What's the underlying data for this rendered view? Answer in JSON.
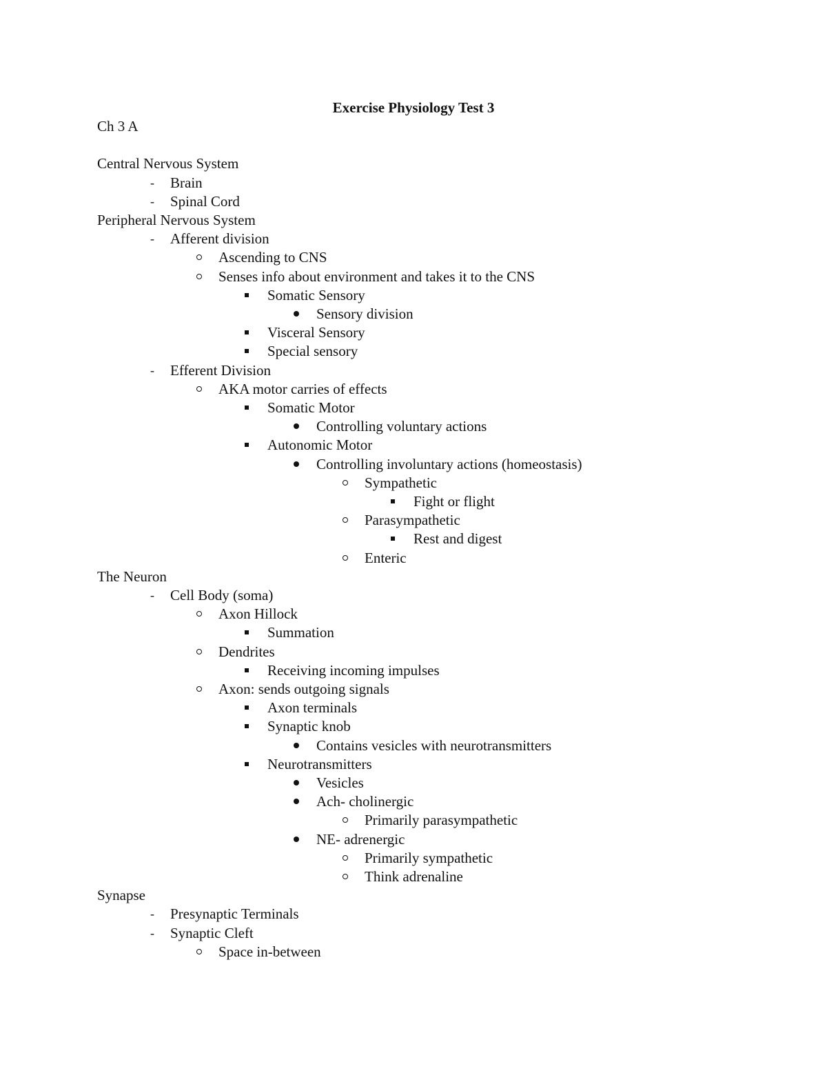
{
  "doc": {
    "title": "Exercise Physiology Test 3",
    "lines": [
      {
        "text": "Ch 3 A",
        "level": 0,
        "bullet": "none"
      },
      {
        "text": "",
        "level": 0,
        "bullet": "none"
      },
      {
        "text": "Central Nervous System",
        "level": 0,
        "bullet": "none"
      },
      {
        "text": "Brain",
        "level": 1,
        "bullet": "dash"
      },
      {
        "text": "Spinal Cord",
        "level": 1,
        "bullet": "dash"
      },
      {
        "text": "Peripheral Nervous System",
        "level": 0,
        "bullet": "none"
      },
      {
        "text": "Afferent division",
        "level": 1,
        "bullet": "dash"
      },
      {
        "text": "Ascending to CNS",
        "level": 2,
        "bullet": "circle"
      },
      {
        "text": "Senses info about environment and takes it to the CNS",
        "level": 2,
        "bullet": "circle"
      },
      {
        "text": "Somatic Sensory",
        "level": 3,
        "bullet": "square"
      },
      {
        "text": "Sensory division",
        "level": 4,
        "bullet": "dot"
      },
      {
        "text": "Visceral Sensory",
        "level": 3,
        "bullet": "square"
      },
      {
        "text": "Special sensory",
        "level": 3,
        "bullet": "square"
      },
      {
        "text": "Efferent Division",
        "level": 1,
        "bullet": "dash"
      },
      {
        "text": "AKA motor carries of effects",
        "level": 2,
        "bullet": "circle"
      },
      {
        "text": "Somatic Motor",
        "level": 3,
        "bullet": "square"
      },
      {
        "text": "Controlling voluntary actions",
        "level": 4,
        "bullet": "dot"
      },
      {
        "text": "Autonomic Motor",
        "level": 3,
        "bullet": "square"
      },
      {
        "text": "Controlling involuntary actions (homeostasis)",
        "level": 4,
        "bullet": "dot"
      },
      {
        "text": "Sympathetic",
        "level": 5,
        "bullet": "circle"
      },
      {
        "text": "Fight or flight",
        "level": 6,
        "bullet": "square"
      },
      {
        "text": "Parasympathetic",
        "level": 5,
        "bullet": "circle"
      },
      {
        "text": "Rest and digest",
        "level": 6,
        "bullet": "square"
      },
      {
        "text": "Enteric",
        "level": 5,
        "bullet": "circle"
      },
      {
        "text": "The Neuron",
        "level": 0,
        "bullet": "none"
      },
      {
        "text": "Cell Body (soma)",
        "level": 1,
        "bullet": "dash"
      },
      {
        "text": "Axon Hillock",
        "level": 2,
        "bullet": "circle"
      },
      {
        "text": "Summation",
        "level": 3,
        "bullet": "square"
      },
      {
        "text": "Dendrites",
        "level": 2,
        "bullet": "circle"
      },
      {
        "text": "Receiving incoming impulses",
        "level": 3,
        "bullet": "square"
      },
      {
        "text": "Axon: sends outgoing signals",
        "level": 2,
        "bullet": "circle"
      },
      {
        "text": "Axon terminals",
        "level": 3,
        "bullet": "square"
      },
      {
        "text": "Synaptic knob",
        "level": 3,
        "bullet": "square"
      },
      {
        "text": "Contains vesicles with neurotransmitters",
        "level": 4,
        "bullet": "dot"
      },
      {
        "text": "Neurotransmitters",
        "level": 3,
        "bullet": "square"
      },
      {
        "text": "Vesicles",
        "level": 4,
        "bullet": "dot"
      },
      {
        "text": "Ach- cholinergic",
        "level": 4,
        "bullet": "dot"
      },
      {
        "text": "Primarily parasympathetic",
        "level": 5,
        "bullet": "circle"
      },
      {
        "text": "NE- adrenergic",
        "level": 4,
        "bullet": "dot"
      },
      {
        "text": "Primarily sympathetic",
        "level": 5,
        "bullet": "circle"
      },
      {
        "text": "Think adrenaline",
        "level": 5,
        "bullet": "circle"
      },
      {
        "text": "Synapse",
        "level": 0,
        "bullet": "none"
      },
      {
        "text": "Presynaptic Terminals",
        "level": 1,
        "bullet": "dash"
      },
      {
        "text": "Synaptic Cleft",
        "level": 1,
        "bullet": "dash"
      },
      {
        "text": "Space in-between",
        "level": 2,
        "bullet": "circle"
      }
    ]
  }
}
